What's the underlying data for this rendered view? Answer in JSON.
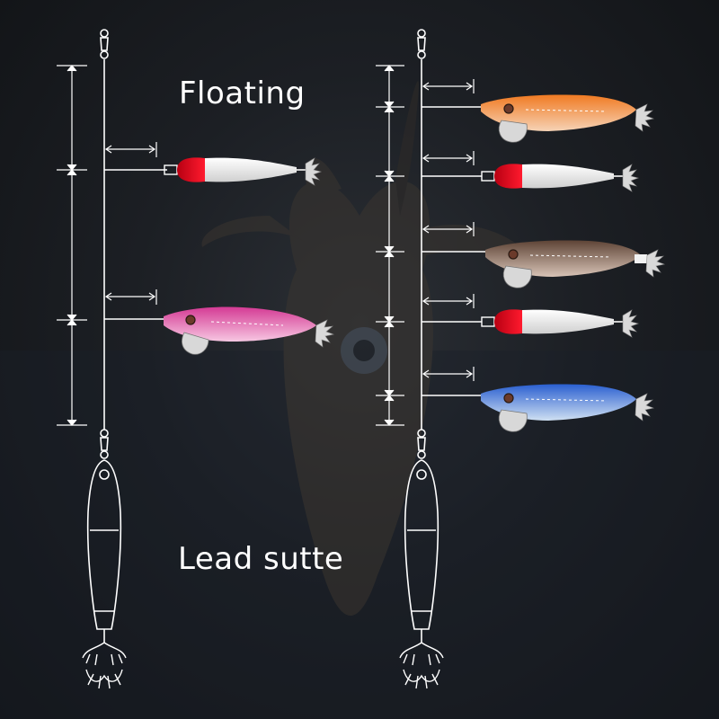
{
  "labels": {
    "floating": "Floating",
    "lead": "Lead sutte"
  },
  "colors": {
    "background": "#1c1f24",
    "rig_line": "#ffffff",
    "float_red": "#e0001b",
    "float_white": "#f2f2f2",
    "jig_pink": "#e85aa8",
    "jig_orange": "#f08a3c",
    "jig_brown": "#7a5a4a",
    "jig_blue": "#3a7ad8",
    "squid_shadow": "#3a3530"
  },
  "rigs": [
    {
      "name": "left-rig",
      "lures": [
        {
          "type": "float",
          "color": "float_red"
        },
        {
          "type": "egi",
          "color": "jig_pink"
        }
      ]
    },
    {
      "name": "right-rig",
      "lures": [
        {
          "type": "egi",
          "color": "jig_orange"
        },
        {
          "type": "float",
          "color": "float_red"
        },
        {
          "type": "egi",
          "color": "jig_brown"
        },
        {
          "type": "float",
          "color": "float_red"
        },
        {
          "type": "egi",
          "color": "jig_blue"
        }
      ]
    }
  ],
  "icons": [
    "swivel-icon",
    "sinker-icon",
    "squid-jig-icon",
    "float-lure-icon",
    "dimension-arrow-icon"
  ]
}
